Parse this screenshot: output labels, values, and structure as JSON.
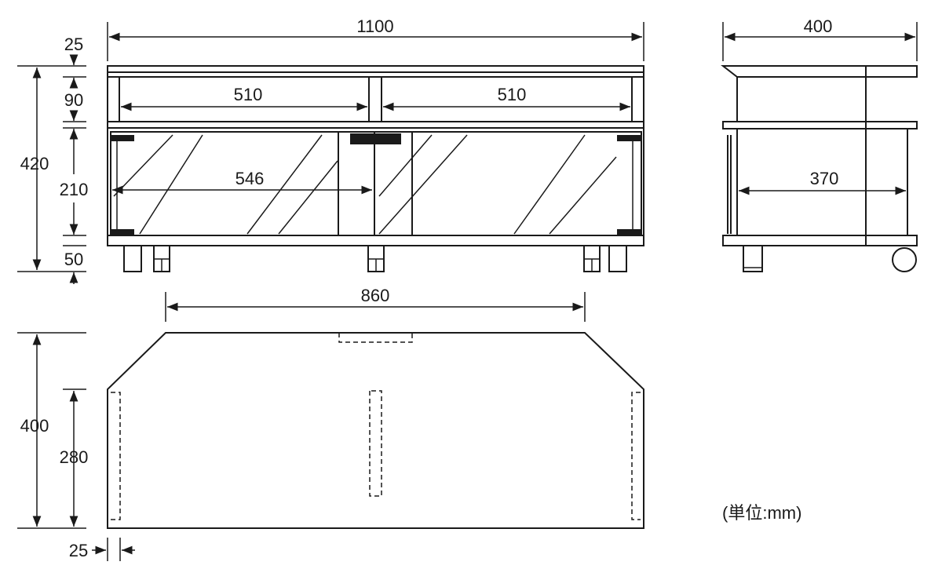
{
  "dimensions": {
    "front_width": "1100",
    "top_board": "25",
    "drawer_height": "90",
    "overall_height": "420",
    "drawer_width_left": "510",
    "drawer_width_right": "510",
    "door_height": "210",
    "door_width": "546",
    "leg_height": "50",
    "side_depth": "400",
    "side_inner_depth": "370",
    "plan_front_width": "860",
    "plan_depth": "400",
    "plan_side_depth": "280",
    "plan_panel": "25"
  },
  "unit_note": "(単位:mm)"
}
